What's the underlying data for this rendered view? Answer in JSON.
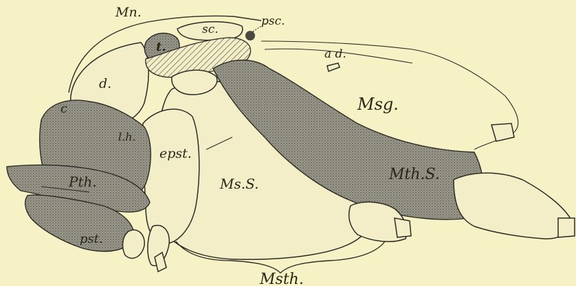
{
  "labels": {
    "mn": "Mn.",
    "sc": "sc.",
    "psc": "psc.",
    "t": "t.",
    "ad": "a d.",
    "d": "d.",
    "msg": "Msg.",
    "c": "c",
    "lh": "l.h.",
    "epst": "epst.",
    "pth": "Pth.",
    "mss": "Ms.S.",
    "mths": "Mth.S.",
    "pst": "pst.",
    "msth": "Msth."
  },
  "colors": {
    "background": "#f7f1c6",
    "stipple": "#8e8c80",
    "stipple_dark": "#6e6c62",
    "outline": "#2b2a24",
    "pale_fill": "#f3edc8"
  }
}
